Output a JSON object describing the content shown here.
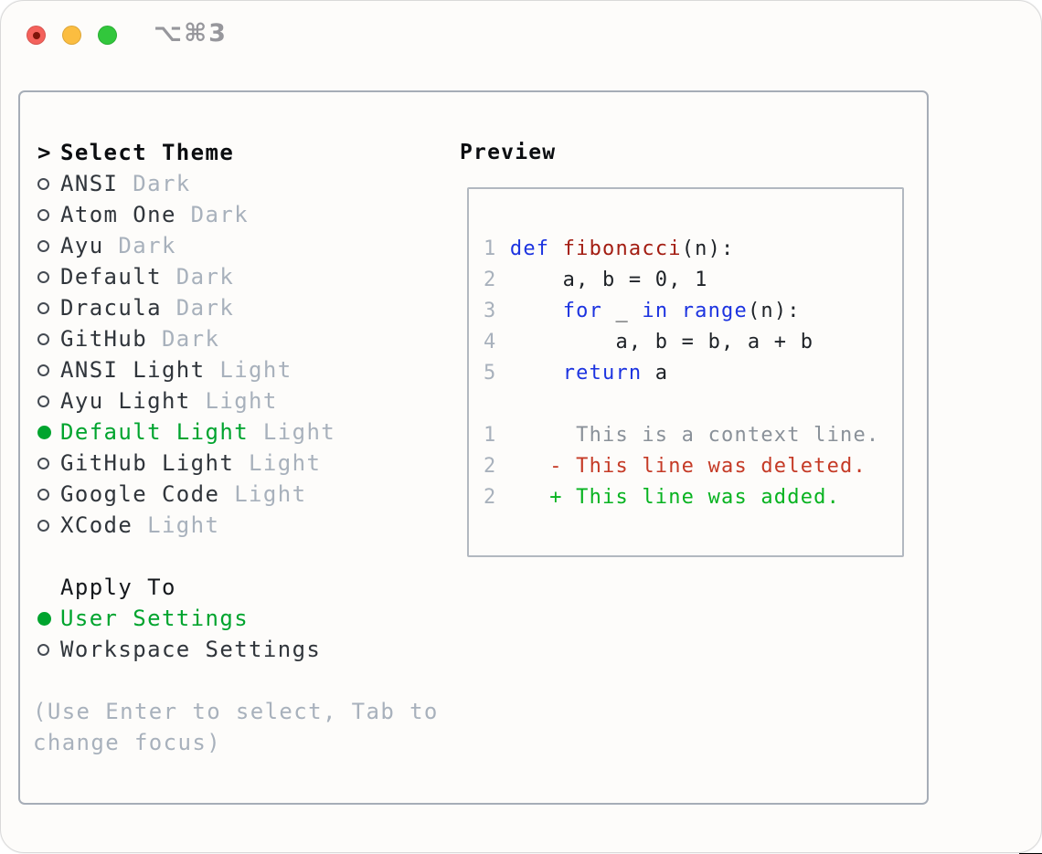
{
  "titlebar": {
    "hotkey": "⌥⌘3",
    "traffic_lights": {
      "red": "#f4615b",
      "red_dot": "#7e140a",
      "yellow": "#fbbd40",
      "green": "#32c73c"
    }
  },
  "left": {
    "prompt_marker": ">",
    "title": "Select Theme",
    "themes": [
      {
        "name": "ANSI",
        "tag": "Dark",
        "selected": false
      },
      {
        "name": "Atom One",
        "tag": "Dark",
        "selected": false
      },
      {
        "name": "Ayu",
        "tag": "Dark",
        "selected": false
      },
      {
        "name": "Default",
        "tag": "Dark",
        "selected": false
      },
      {
        "name": "Dracula",
        "tag": "Dark",
        "selected": false
      },
      {
        "name": "GitHub",
        "tag": "Dark",
        "selected": false
      },
      {
        "name": "ANSI Light",
        "tag": "Light",
        "selected": false
      },
      {
        "name": "Ayu Light",
        "tag": "Light",
        "selected": false
      },
      {
        "name": "Default Light",
        "tag": "Light",
        "selected": true
      },
      {
        "name": "GitHub Light",
        "tag": "Light",
        "selected": false
      },
      {
        "name": "Google Code",
        "tag": "Light",
        "selected": false
      },
      {
        "name": "XCode",
        "tag": "Light",
        "selected": false
      }
    ],
    "apply_to_label": "Apply To",
    "apply_options": [
      {
        "name": "User Settings",
        "selected": true
      },
      {
        "name": "Workspace Settings",
        "selected": false
      }
    ],
    "help_lines": [
      "(Use Enter to select, Tab to",
      "change focus)"
    ]
  },
  "preview": {
    "title": "Preview",
    "lines": [
      {
        "num": "1",
        "kind": "code",
        "segments": [
          {
            "text": " ",
            "color": "plain"
          },
          {
            "text": "def",
            "color": "keyword"
          },
          {
            "text": " ",
            "color": "plain"
          },
          {
            "text": "fibonacci",
            "color": "function"
          },
          {
            "text": "(n):",
            "color": "plain"
          }
        ]
      },
      {
        "num": "2",
        "kind": "code",
        "segments": [
          {
            "text": "     a, b = 0, 1",
            "color": "plain"
          }
        ]
      },
      {
        "num": "3",
        "kind": "code",
        "segments": [
          {
            "text": "     ",
            "color": "plain"
          },
          {
            "text": "for",
            "color": "keyword"
          },
          {
            "text": " _ ",
            "color": "plain"
          },
          {
            "text": "in",
            "color": "keyword"
          },
          {
            "text": " ",
            "color": "plain"
          },
          {
            "text": "range",
            "color": "keyword"
          },
          {
            "text": "(n):",
            "color": "plain"
          }
        ]
      },
      {
        "num": "4",
        "kind": "code",
        "segments": [
          {
            "text": "         a, b = b, a + b",
            "color": "plain"
          }
        ]
      },
      {
        "num": "5",
        "kind": "code",
        "segments": [
          {
            "text": "     ",
            "color": "plain"
          },
          {
            "text": "return",
            "color": "keyword"
          },
          {
            "text": " a",
            "color": "plain"
          }
        ]
      },
      {
        "num": "",
        "kind": "blank",
        "segments": []
      },
      {
        "num": "1",
        "kind": "context",
        "segments": [
          {
            "text": "      This is a context line.",
            "color": "context"
          }
        ]
      },
      {
        "num": "2",
        "kind": "deleted",
        "segments": [
          {
            "text": "    - This line was deleted.",
            "color": "deleted"
          }
        ]
      },
      {
        "num": "2",
        "kind": "added",
        "segments": [
          {
            "text": "    + This line was added.",
            "color": "added"
          }
        ]
      }
    ]
  },
  "colors": {
    "keyword": "#1c33e0",
    "function": "#a31d12",
    "plain": "#1e2227",
    "line_number": "#a8b1bc",
    "context": "#8a9199",
    "deleted": "#c53a26",
    "added": "#07b320",
    "selected_green": "#00a42e",
    "label_dark": "#30353b",
    "tag_gray": "#a8b1bc"
  }
}
